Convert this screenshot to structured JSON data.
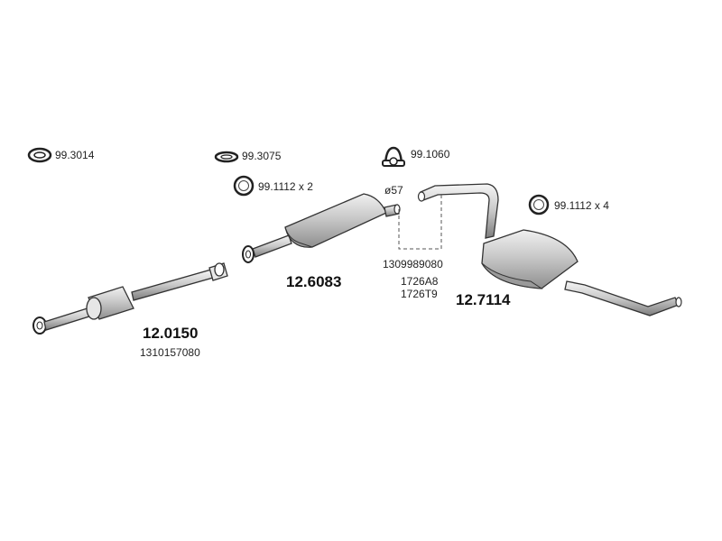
{
  "parts": {
    "front_pipe": {
      "part_no": "12.0150",
      "oem": "1310157080"
    },
    "middle_silencer": {
      "part_no": "12.6083"
    },
    "rear_silencer": {
      "part_no": "12.7114"
    }
  },
  "accessories": {
    "seal_a": "99.3014",
    "seal_b": "99.3075",
    "ring_x2": "99.1112 x 2",
    "clamp": "99.1060",
    "ring_x4": "99.1112 x 4"
  },
  "dimension": "ø57",
  "oem_refs": [
    "1309989080",
    "1726A8",
    "1726T9"
  ],
  "colors": {
    "line": "#333333",
    "fill_light": "#e8e8e8",
    "fill_mid": "#bdbdbd",
    "fill_dark": "#8c8c8c"
  }
}
